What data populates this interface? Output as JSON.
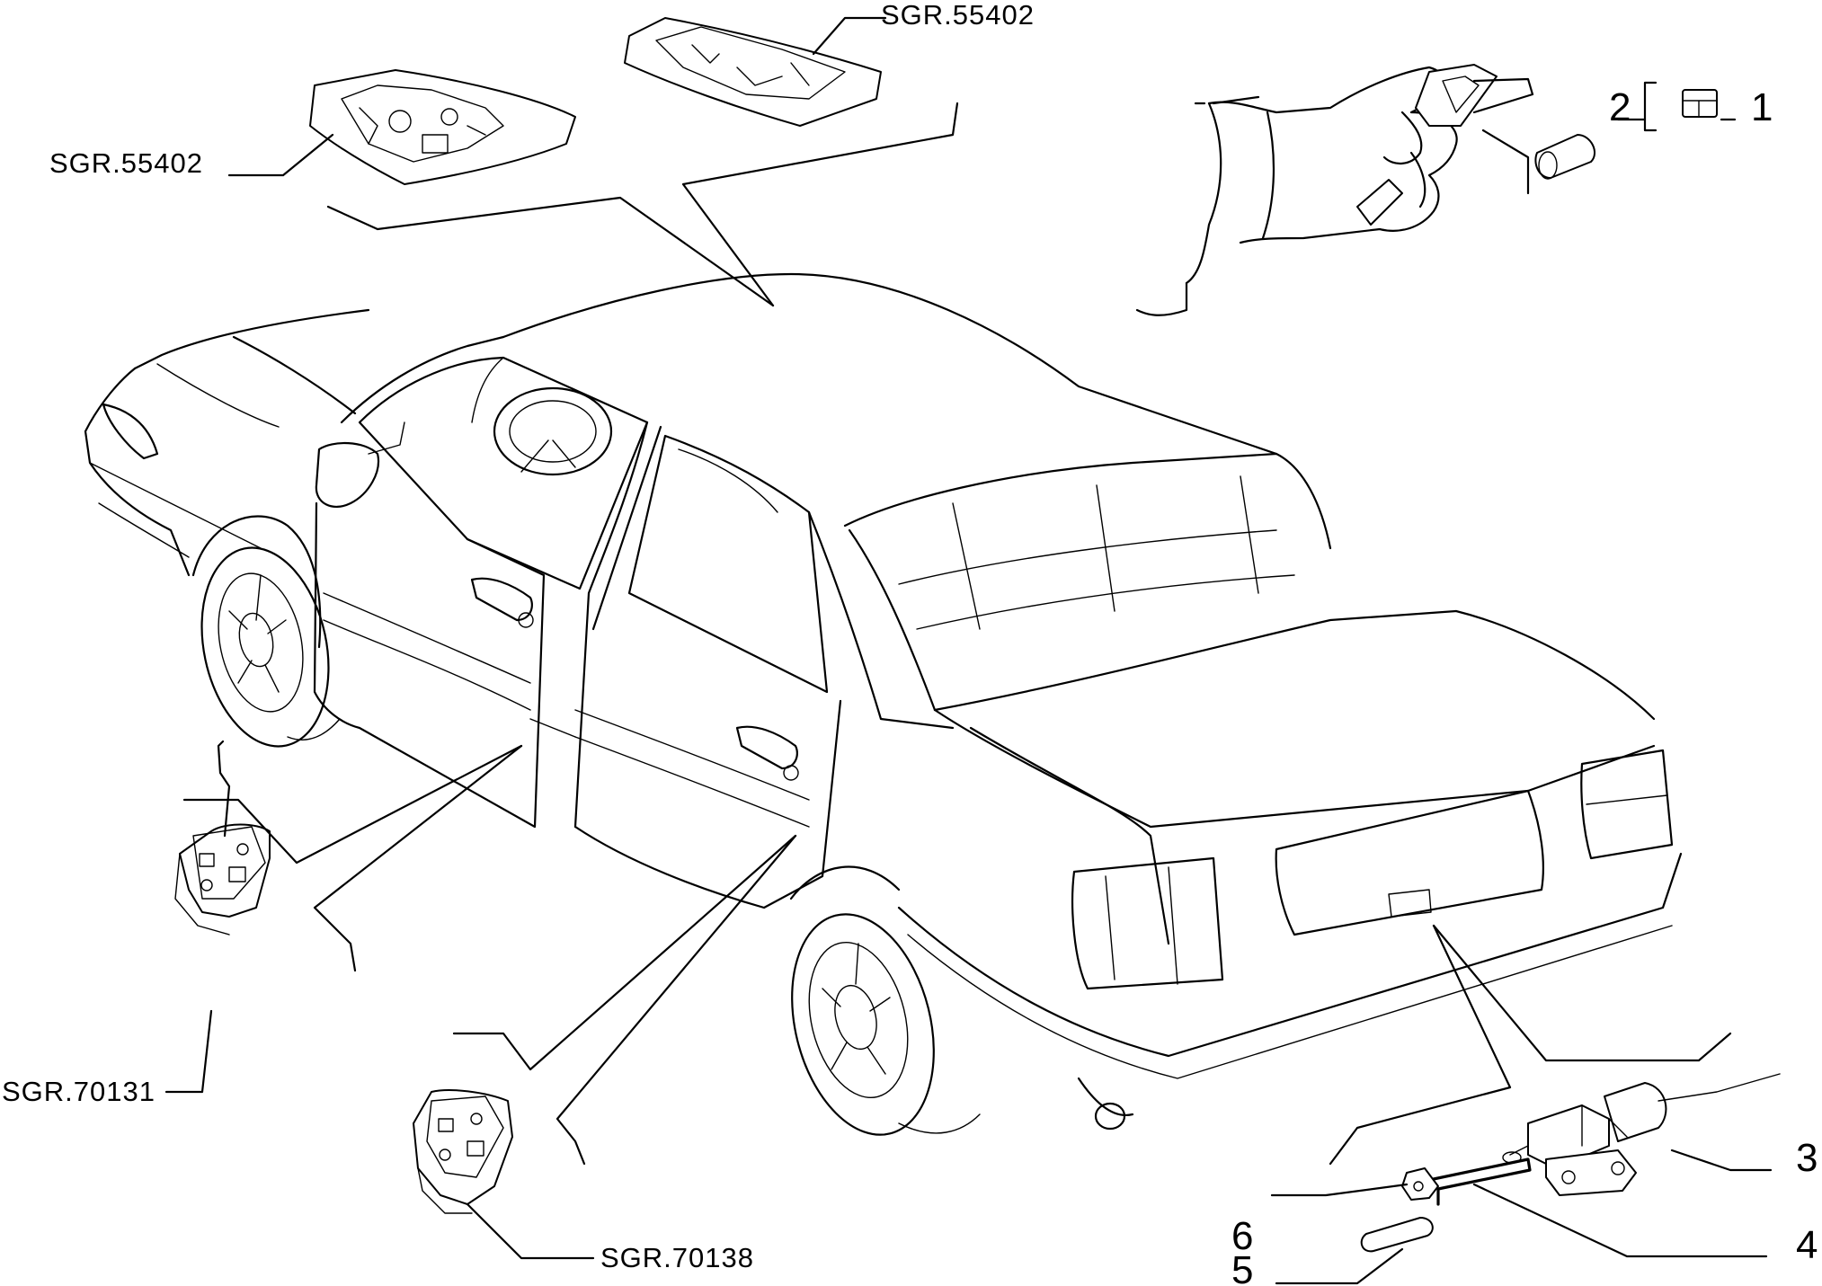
{
  "references": {
    "ref_interior_light_left": "SGR.55402",
    "ref_interior_light_right": "SGR.55402",
    "ref_front_door_lock": "SGR.70131",
    "ref_rear_door_lock": "SGR.70138"
  },
  "part_numbers": {
    "p1": "1",
    "p2": "2",
    "p3": "3",
    "p4": "4",
    "p5": "5",
    "p6": "6"
  }
}
